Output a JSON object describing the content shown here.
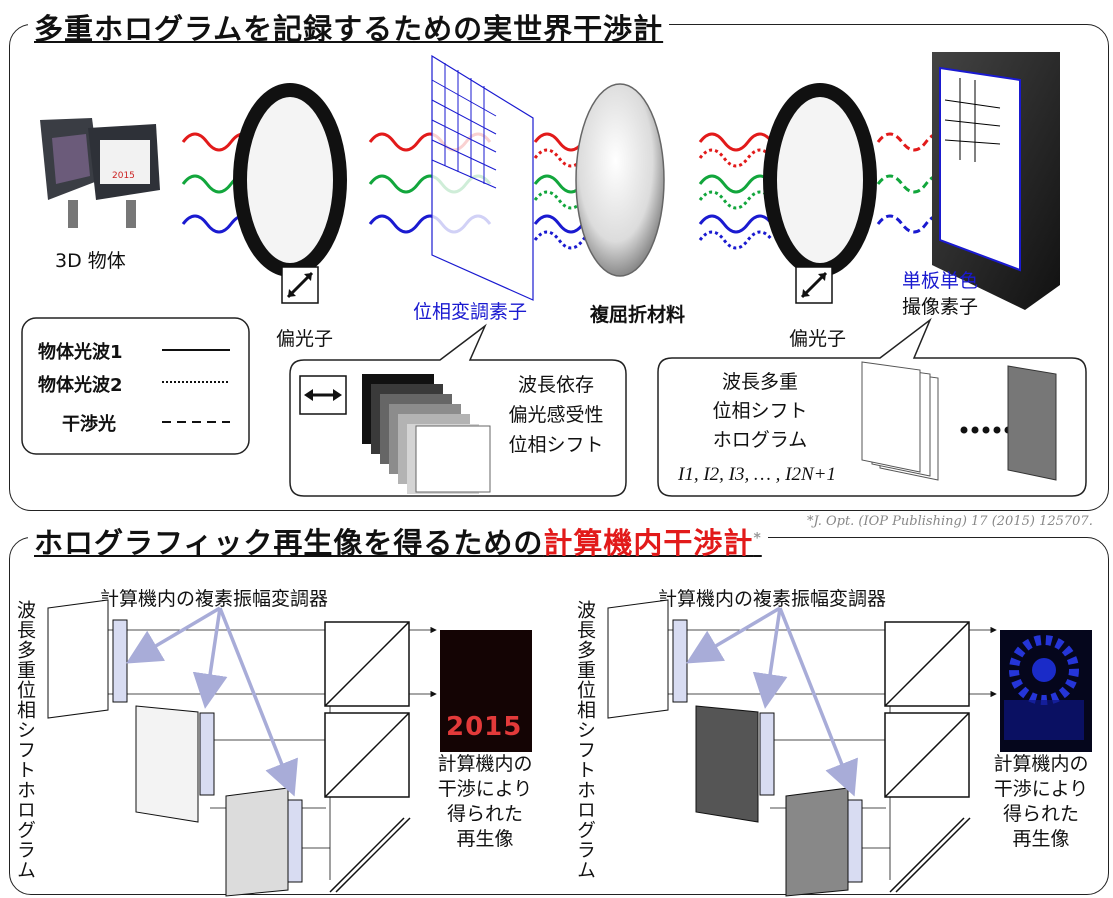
{
  "top": {
    "title": "多重ホログラムを記録するための実世界干渉計",
    "object_label": "3D 物体",
    "polarizer_left": "偏光子",
    "polarizer_right": "偏光子",
    "phase_modulator": "位相変調素子",
    "birefringent": "複屈折材料",
    "camera_line1": "単板単色",
    "camera_line2": "撮像素子",
    "legend": [
      {
        "label": "物体光波1",
        "style": "solid"
      },
      {
        "label": "物体光波2",
        "style": "dotted"
      },
      {
        "label": "干渉光",
        "style": "dashed"
      }
    ],
    "modulator_box": [
      "波長依存",
      "偏光感受性",
      "位相シフト"
    ],
    "hologram_box": [
      "波長多重",
      "位相シフト",
      "ホログラム"
    ],
    "hologram_formula": "I1, I2, I3, … , I2N+1",
    "wave_colors": [
      "#e21a1a",
      "#12a63c",
      "#1a1ad0"
    ]
  },
  "bottom": {
    "title_part1": "ホログラフィック再生像を得るための",
    "title_part2": "計算機内干渉計",
    "title_mark": "*",
    "citation": "*J. Opt. (IOP Publishing) 17 (2015) 125707.",
    "side_label": "波長多重位相シフトホログラム",
    "modulator_label": "計算機内の複素振幅変調器",
    "result_text": [
      "計算機内の",
      "干渉により",
      "得られた",
      "再生像"
    ],
    "year_text": "2015"
  }
}
